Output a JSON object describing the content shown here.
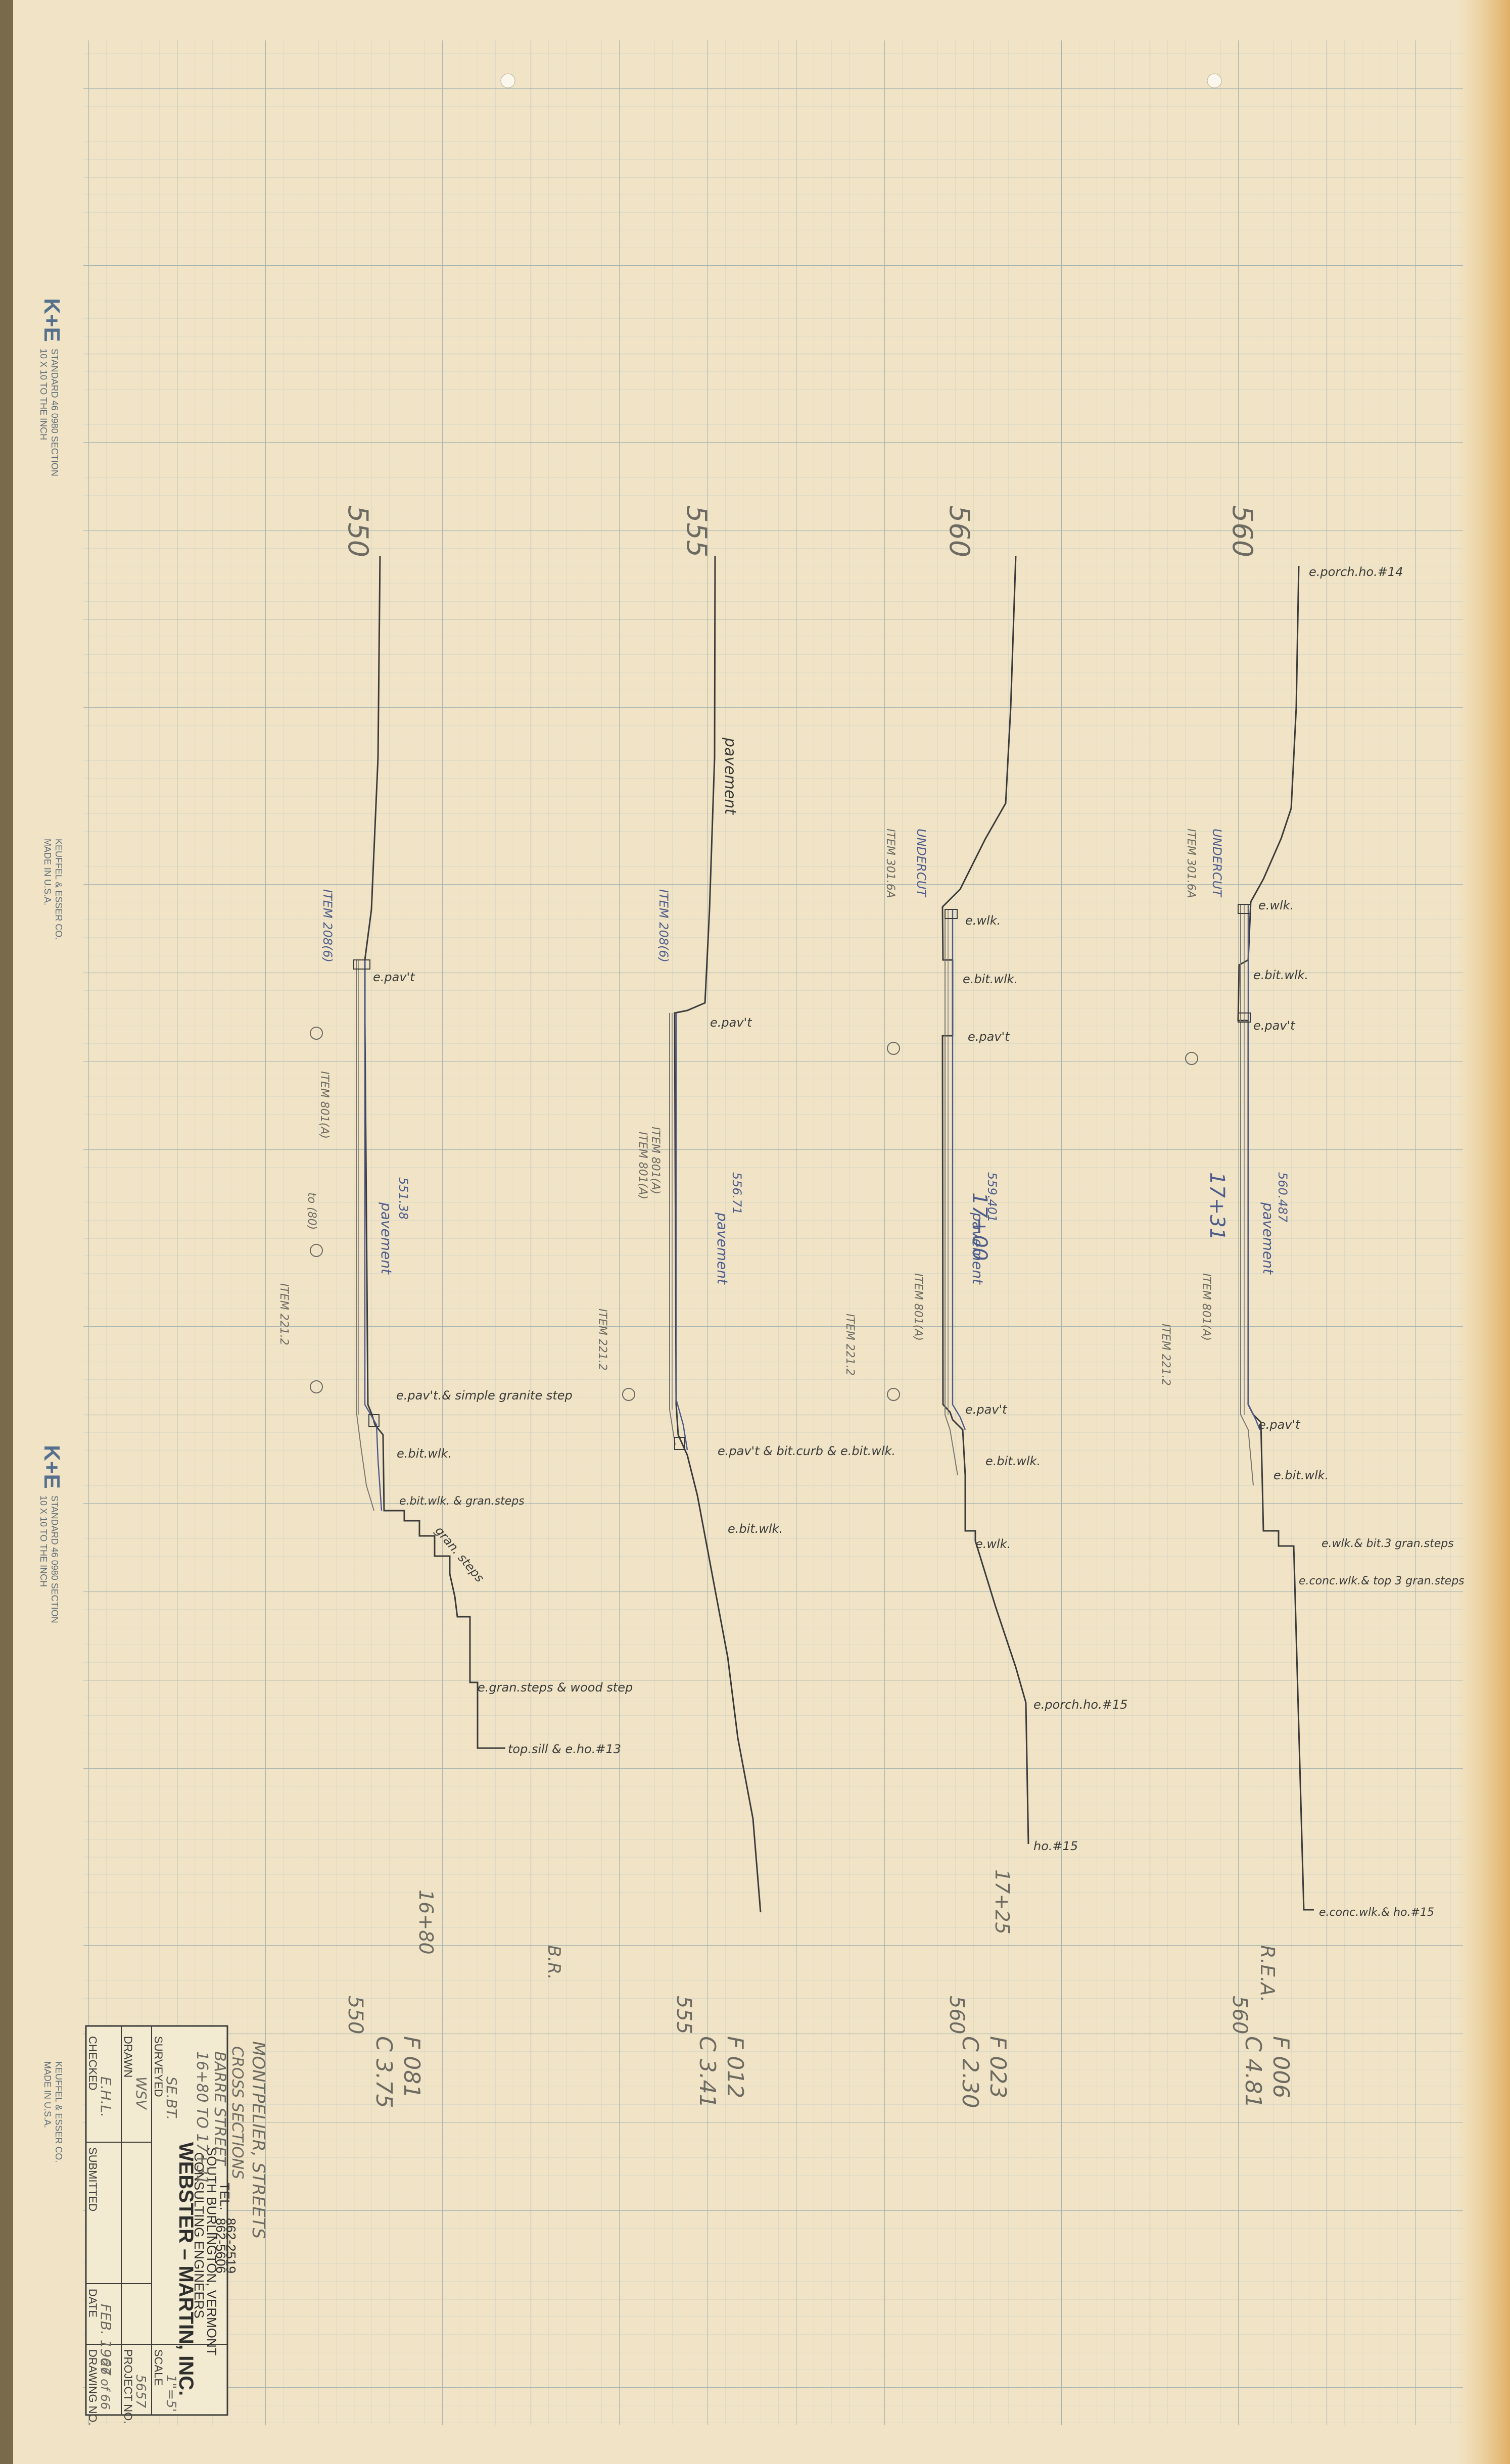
{
  "margin_brand": {
    "logo": "K+E",
    "line1": "STANDARD 46 0980 SECTION",
    "line2": "10 X 10 TO THE INCH",
    "maker": "KEUFFEL & ESSER CO.",
    "made_in": "MADE IN U.S.A."
  },
  "profiles": [
    {
      "elevation": "550",
      "labels": [
        "e.pav't",
        "e.pav't.& simple granite step",
        "e.bit.wlk.",
        "e.bit.wlk. & gran.steps",
        "gran. steps",
        "e.gran.steps & wood step",
        "top.sill & e.ho.#13"
      ],
      "notes": [
        "ITEM 208(6)",
        "ITEM 801(A)",
        "ITEM 801(A)",
        "to (80)",
        "551.38",
        "pavement",
        "ITEM 221.2"
      ],
      "station": "16+80",
      "note_b": "B.R.",
      "fill_cut": [
        "F 081",
        "C 3.75"
      ],
      "elev_bottom": "550"
    },
    {
      "elevation": "555",
      "labels": [
        "pavement",
        "e.pav't",
        "e.pav't & bit.curb & e.bit.wlk.",
        "e.bit.wlk."
      ],
      "notes": [
        "ITEM 208(6)",
        "ITEM 801(A)",
        "ITEM 801(A)",
        "556.71",
        "pavement",
        "ITEM 221.2"
      ],
      "fill_cut": [
        "F 012",
        "C 3.41"
      ],
      "elev_bottom": "555"
    },
    {
      "elevation": "560",
      "labels": [
        "e.wlk.",
        "e.bit.wlk.",
        "e.pav't",
        "e.pav't",
        "e.bit.wlk.",
        "e.wlk.",
        "e.porch.ho.#15",
        "ho.#15"
      ],
      "notes": [
        "UNDERCUT",
        "ITEM 301.6A",
        "559.401",
        "pavement",
        "17+00",
        "ITEM 801(A)",
        "ITEM 221.2"
      ],
      "station": "17+25",
      "fill_cut": [
        "F 023",
        "C 2.30"
      ],
      "elev_bottom": "560"
    },
    {
      "elevation": "560",
      "labels": [
        "e.porch.ho.#14",
        "e.wlk.",
        "e.bit.wlk.",
        "e.pav't",
        "e.pav't",
        "e.bit.wlk.",
        "e.wlk.& bit.3 gran.steps",
        "e.conc.wlk.& top 3 gran.steps",
        "e.conc.wlk.& ho.#15"
      ],
      "notes": [
        "UNDERCUT",
        "ITEM 301.6A",
        "560.487",
        "pavement",
        "17+31",
        "ITEM 801(A)",
        "ITEM 221.2"
      ],
      "note_b": "R.E.A.",
      "fill_cut": [
        "F 006",
        "C 4.81"
      ],
      "elev_bottom": "560"
    }
  ],
  "title_block": {
    "firm": "WEBSTER – MARTIN, INC.",
    "type": "CONSULTING ENGINEERS",
    "location": "SOUTH BURLINGTON, VERMONT",
    "tel_label": "TEL.",
    "tel1": "862-5606",
    "tel2": "862-2519",
    "labels": {
      "surveyed": "SURVEYED",
      "drawn": "DRAWN",
      "checked": "CHECKED",
      "submitted": "SUBMITTED",
      "date": "DATE",
      "scale": "SCALE",
      "project_no": "PROJECT NO.",
      "drawing_no": "DRAWING NO."
    },
    "values": {
      "surveyed": "SE.BT.",
      "drawn": "WSV",
      "checked": "E.H.L.",
      "submitted": "",
      "date": "FEB. 1967",
      "scale": "1\"=5'",
      "project_no": "5657",
      "drawing_no": "26 of 66"
    },
    "project_title": [
      "MONTPELIER, STREETS",
      "CROSS SECTIONS",
      "BARRE STREET",
      "16+80 TO 17+31"
    ]
  }
}
